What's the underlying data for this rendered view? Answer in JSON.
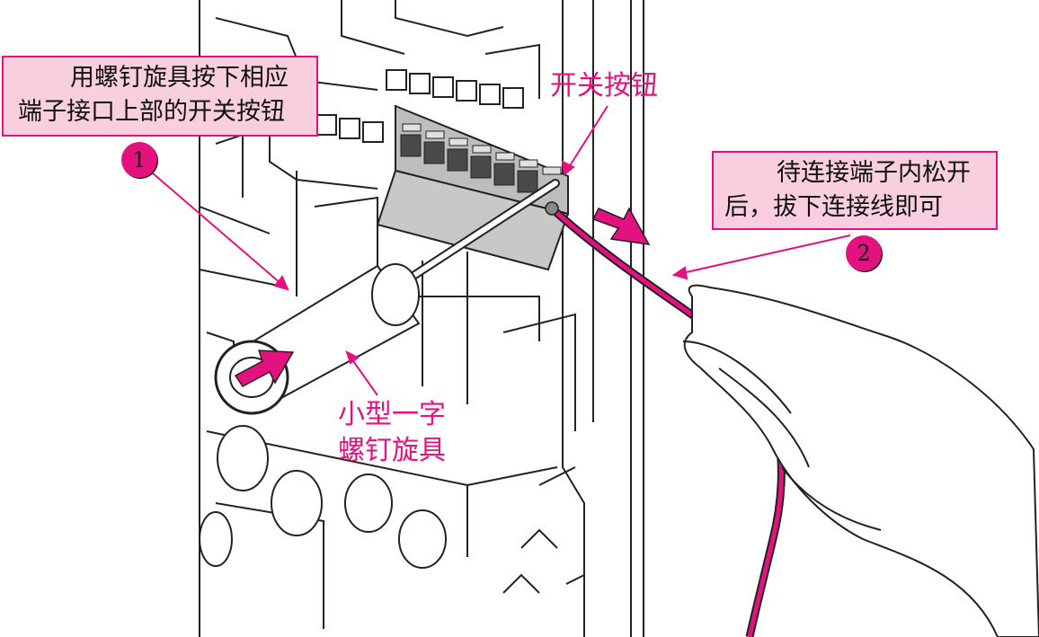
{
  "callouts": {
    "step1": {
      "line1": "用螺钉旋具按下相应",
      "line2": "端子接口上部的开关按钮"
    },
    "step2": {
      "line1": "待连接端子内松开",
      "line2": "后，拔下连接线即可"
    }
  },
  "badges": {
    "step1": "1",
    "step2": "2"
  },
  "labels": {
    "switch_button": "开关按钮",
    "screwdriver_line1": "小型一字",
    "screwdriver_line2": "螺钉旋具"
  },
  "colors": {
    "accent": "#e3127f",
    "callout_fill": "#f9cfe0",
    "terminal_block": "#bdbdbd",
    "terminal_slot": "#4a4a4a"
  }
}
